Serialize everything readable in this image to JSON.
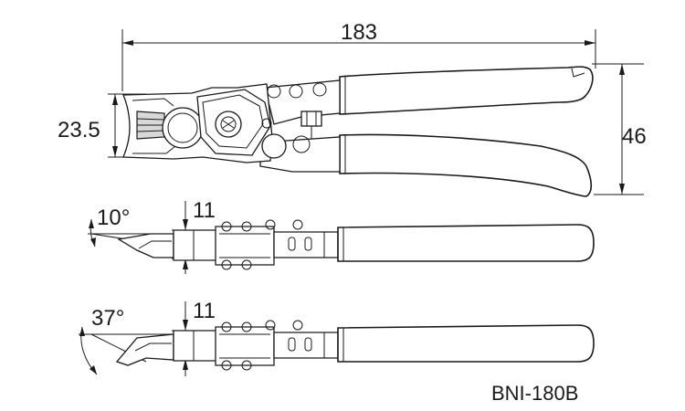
{
  "drawing": {
    "dimensions": {
      "overall_length": "183",
      "jaw_height": "23.5",
      "handle_spread": "46",
      "jaw_thickness_top": "11",
      "jaw_thickness_bottom": "11"
    },
    "angles": {
      "top_view_angle": "10°",
      "bottom_view_angle": "37°"
    },
    "model": "BNI-180B"
  }
}
